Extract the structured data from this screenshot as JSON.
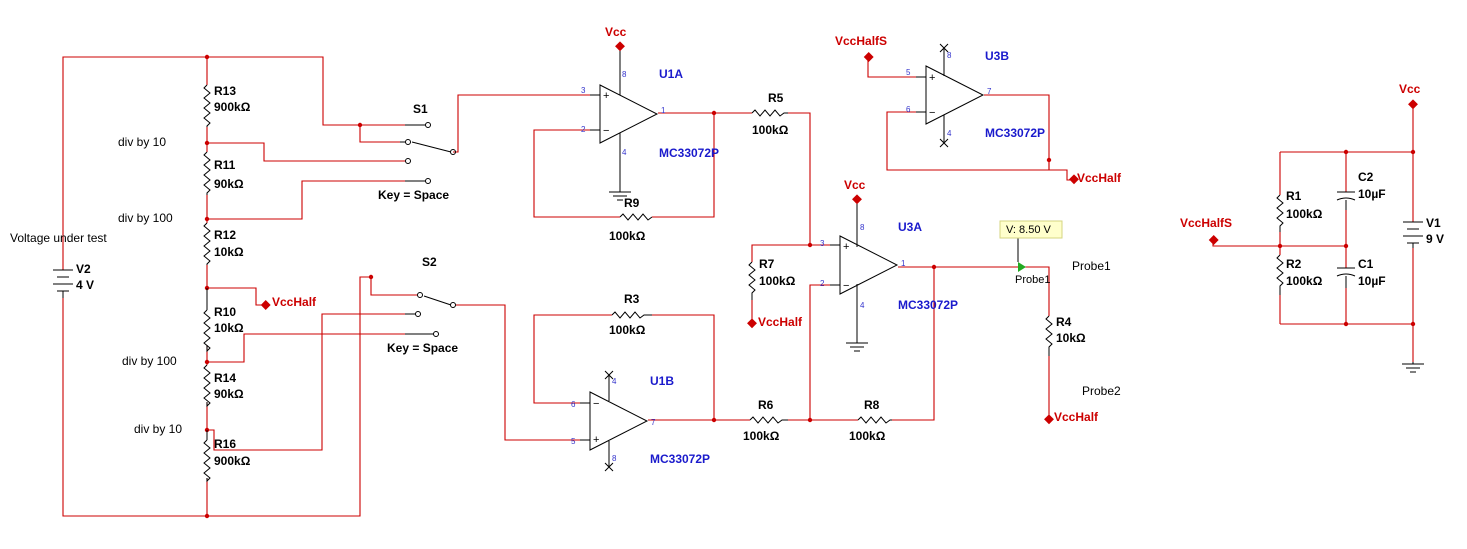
{
  "colors": {
    "wire": "#cc0000",
    "refdes": "#1a1acc",
    "power": "#cc0000",
    "probe_bg": "#ffffcc"
  },
  "resistors": {
    "R13": {
      "ref": "R13",
      "value": "900kΩ"
    },
    "R11": {
      "ref": "R11",
      "value": "90kΩ"
    },
    "R12": {
      "ref": "R12",
      "value": "10kΩ"
    },
    "R10": {
      "ref": "R10",
      "value": "10kΩ"
    },
    "R14": {
      "ref": "R14",
      "value": "90kΩ"
    },
    "R16": {
      "ref": "R16",
      "value": "900kΩ"
    },
    "R9": {
      "ref": "R9",
      "value": "100kΩ"
    },
    "R5": {
      "ref": "R5",
      "value": "100kΩ"
    },
    "R3": {
      "ref": "R3",
      "value": "100kΩ"
    },
    "R6": {
      "ref": "R6",
      "value": "100kΩ"
    },
    "R8": {
      "ref": "R8",
      "value": "100kΩ"
    },
    "R7": {
      "ref": "R7",
      "value": "100kΩ"
    },
    "R4": {
      "ref": "R4",
      "value": "10kΩ"
    },
    "R1": {
      "ref": "R1",
      "value": "100kΩ"
    },
    "R2": {
      "ref": "R2",
      "value": "100kΩ"
    }
  },
  "capacitors": {
    "C2": {
      "ref": "C2",
      "value": "10µF"
    },
    "C1": {
      "ref": "C1",
      "value": "10µF"
    }
  },
  "sources": {
    "V2": {
      "ref": "V2",
      "value": "4 V"
    },
    "V1": {
      "ref": "V1",
      "value": "9 V"
    }
  },
  "opamps": {
    "U1A": {
      "ref": "U1A",
      "part": "MC33072P"
    },
    "U1B": {
      "ref": "U1B",
      "part": "MC33072P"
    },
    "U3A": {
      "ref": "U3A",
      "part": "MC33072P"
    },
    "U3B": {
      "ref": "U3B",
      "part": "MC33072P"
    }
  },
  "switches": {
    "S1": {
      "ref": "S1",
      "key": "Key = Space"
    },
    "S2": {
      "ref": "S2",
      "key": "Key = Space"
    }
  },
  "annotations": {
    "voltage_under_test": "Voltage under test",
    "div10_top": "div by 10",
    "div100_top": "div by 100",
    "div100_bottom": "div by 100",
    "div10_bottom": "div by 10"
  },
  "power": {
    "vcc": "Vcc",
    "vcchalf": "VccHalf",
    "vcchalfs": "VccHalfS"
  },
  "probes": {
    "probe1_reading": "V: 8.50 V",
    "probe1_tag": "Probe1",
    "probe1_label": "Probe1",
    "probe2_label": "Probe2"
  },
  "pins": {
    "p1": "1",
    "p2": "2",
    "p3": "3",
    "p4": "4",
    "p5": "5",
    "p6": "6",
    "p7": "7",
    "p8": "8"
  },
  "opamp_symbols": {
    "plus": "+",
    "minus": "−"
  }
}
